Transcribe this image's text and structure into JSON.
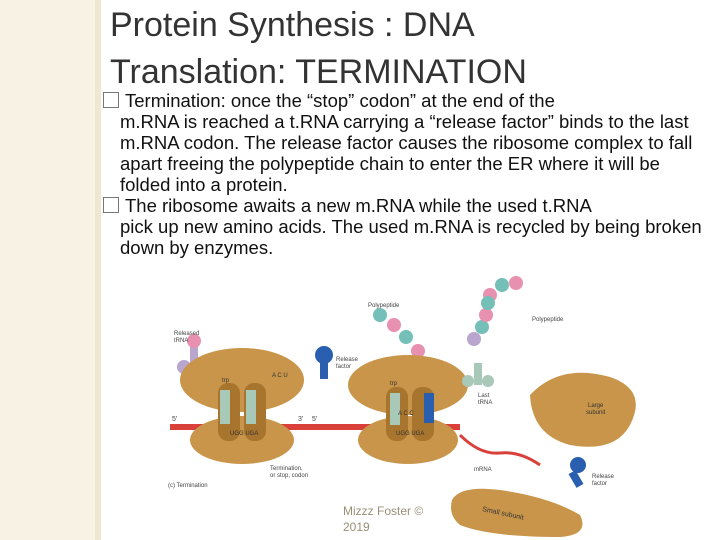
{
  "slide": {
    "title_line1": "Protein Synthesis : DNA",
    "title_line2": "Translation: TERMINATION",
    "bullets": [
      {
        "first": "Termination: once the “stop” codon” at the end of the",
        "rest": "m.RNA is reached a t.RNA carrying a “release factor” binds to the last m.RNA codon. The release factor causes the ribosome complex to fall apart freeing the polypeptide chain to enter the ER where it will be folded into a protein."
      },
      {
        "first": "The ribosome awaits a new m.RNA while the used t.RNA",
        "rest": "pick up new amino acids. The used m.RNA is recycled by being broken down by enzymes."
      }
    ],
    "credit_line1": "Mizzz Foster ©",
    "credit_line2": "2019"
  },
  "figure": {
    "labels": {
      "polypeptide_top": "Polypeptide",
      "polypeptide_right": "Polypeptide",
      "released_trna_1": "Released",
      "released_trna_2": "tRNA",
      "release_factor_1": "Release",
      "release_factor_2": "factor",
      "last_trna_1": "Last",
      "last_trna_2": "tRNA",
      "large_subunit_1": "Large",
      "large_subunit_2": "subunit",
      "mrna": "mRNA",
      "release_factor_b1": "Release",
      "release_factor_b2": "factor",
      "small_subunit": "Small subunit",
      "termination_codon_1": "Termination,",
      "termination_codon_2": "or stop, codon",
      "caption": "(c) Termination",
      "five_prime_a": "5'",
      "three_prime_a": "3'",
      "five_prime_b": "5'",
      "acu_a": "A C U",
      "codons_a": "UGG UGA",
      "acc_b": "A C C",
      "codons_b": "UGG UGA",
      "site_a": "trp",
      "site_b": "trp"
    },
    "colors": {
      "ribosome": "#c8954a",
      "ribosome_dark": "#a8752e",
      "mrna": "#d9403a",
      "release_factor": "#2a5fb0",
      "trna_green": "#a9c9b8",
      "trna_purple": "#b9a6cf",
      "amino_pink": "#e890b0",
      "amino_teal": "#74c0b8"
    }
  }
}
